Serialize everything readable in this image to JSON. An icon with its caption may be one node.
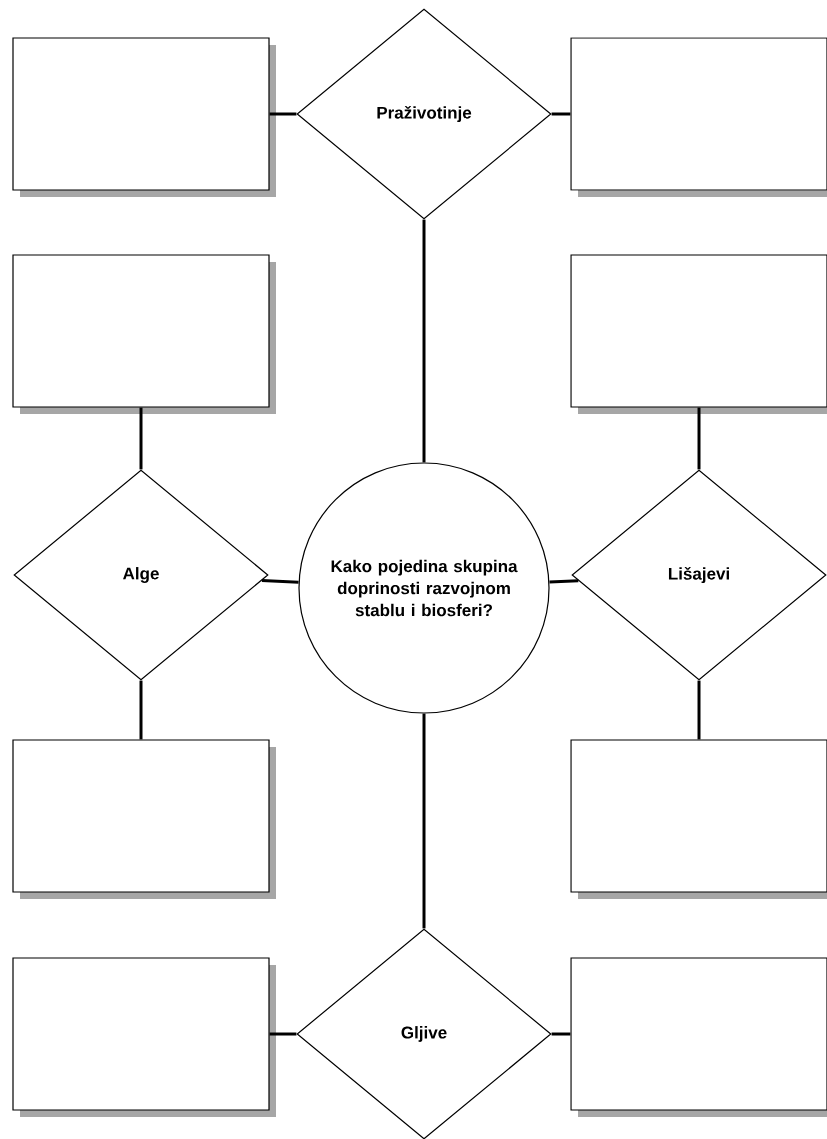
{
  "diagram": {
    "nodes": [
      {
        "text": [],
        "shape": "box"
      },
      {
        "text": [
          "Praživotinje"
        ]
      },
      {
        "text": [],
        "shape": "box"
      },
      {
        "text": [],
        "shape": "box"
      },
      {
        "text": [],
        "shape": "box"
      },
      {
        "text": [
          "Alge"
        ]
      },
      {
        "text": [
          "Kako pojedina skupina doprinosti razvojnom stablu i biosferi?"
        ]
      },
      {
        "text": [
          "Lišajevi"
        ]
      },
      {
        "text": [],
        "shape": "box"
      },
      {
        "text": [],
        "shape": "box"
      },
      {
        "text": [],
        "shape": "box"
      },
      {
        "text": [
          "Gljive"
        ]
      },
      {
        "text": [],
        "shape": "box"
      }
    ],
    "edges": [
      {
        "from": 0,
        "to": 1,
        "arrow": "none"
      },
      {
        "from": 1,
        "to": 2,
        "arrow": "none"
      },
      {
        "from": 1,
        "to": 6,
        "arrow": "none"
      },
      {
        "from": 3,
        "to": 5,
        "arrow": "none"
      },
      {
        "from": 5,
        "to": 8,
        "arrow": "none"
      },
      {
        "from": 5,
        "to": 6,
        "arrow": "none"
      },
      {
        "from": 6,
        "to": 7,
        "arrow": "none"
      },
      {
        "from": 4,
        "to": 7,
        "arrow": "none"
      },
      {
        "from": 7,
        "to": 9,
        "arrow": "none"
      },
      {
        "from": 6,
        "to": 11,
        "arrow": "none"
      },
      {
        "from": 10,
        "to": 11,
        "arrow": "none"
      },
      {
        "from": 11,
        "to": 12,
        "arrow": "none"
      }
    ]
  }
}
